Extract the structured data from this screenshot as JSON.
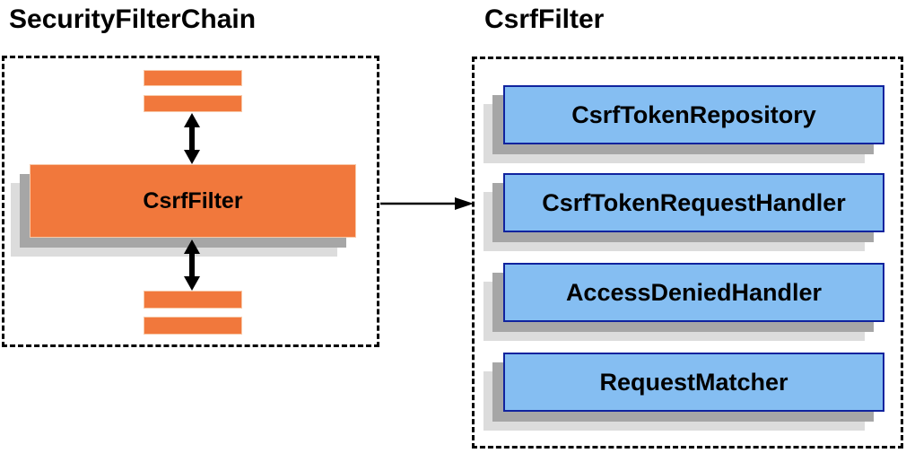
{
  "diagram": {
    "left_panel": {
      "title": "SecurityFilterChain",
      "csrf_filter_label": "CsrfFilter",
      "placeholder_bars_above": 2,
      "placeholder_bars_below": 2
    },
    "right_panel": {
      "title": "CsrfFilter",
      "components": [
        {
          "label": "CsrfTokenRepository"
        },
        {
          "label": "CsrfTokenRequestHandler"
        },
        {
          "label": "AccessDeniedHandler"
        },
        {
          "label": "RequestMatcher"
        }
      ]
    },
    "connector": "left CsrfFilter node points to right CsrfFilter group"
  },
  "colors": {
    "orange": "#F1783C",
    "orange_border": "#F8C9A8",
    "blue_fill": "#85BEF2",
    "blue_border": "#10239E",
    "shadow_dark": "#A6A6A6",
    "shadow_light": "#DCDCDC",
    "arrow": "#000000",
    "text": "#000000",
    "background": "#FFFFFF"
  }
}
